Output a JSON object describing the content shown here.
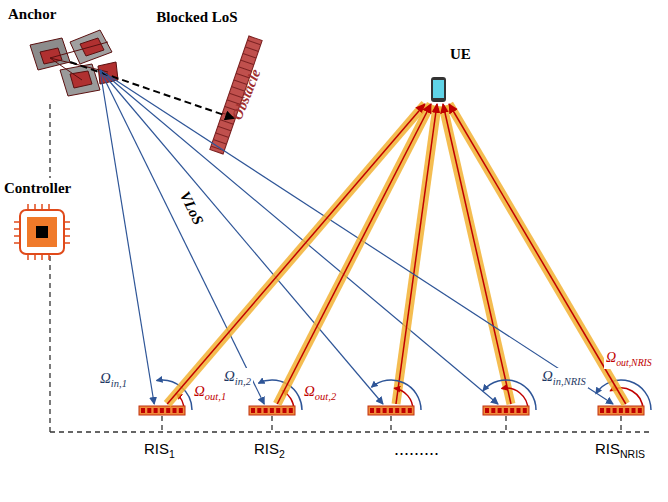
{
  "diagram": {
    "nodes": [
      {
        "text": [
          "Anchor"
        ]
      },
      {
        "text": [
          "Obstacle"
        ]
      },
      {
        "text": [
          "UE"
        ]
      },
      {
        "text": [
          "Controller"
        ]
      },
      {
        "text": [
          "RIS1"
        ]
      },
      {
        "text": [
          "RIS2"
        ]
      },
      {
        "text": [
          "RISNRIS"
        ]
      }
    ],
    "edges": [
      {
        "from": 0,
        "to": 1,
        "arrow": "to"
      },
      {
        "from": 0,
        "to": 4,
        "arrow": "to"
      },
      {
        "from": 0,
        "to": 5,
        "arrow": "to"
      },
      {
        "from": 0,
        "to": 6,
        "arrow": "to"
      },
      {
        "from": 4,
        "to": 2,
        "arrow": "to"
      },
      {
        "from": 5,
        "to": 2,
        "arrow": "to"
      },
      {
        "from": 6,
        "to": 2,
        "arrow": "to"
      }
    ],
    "labels": [
      "Blocked LoS",
      "VLoS",
      "Ωin,1",
      "Ωout,1",
      "Ωin,2",
      "Ωout,2",
      "Ωin,NRIS",
      "Ωout,NRIS",
      "........."
    ]
  }
}
